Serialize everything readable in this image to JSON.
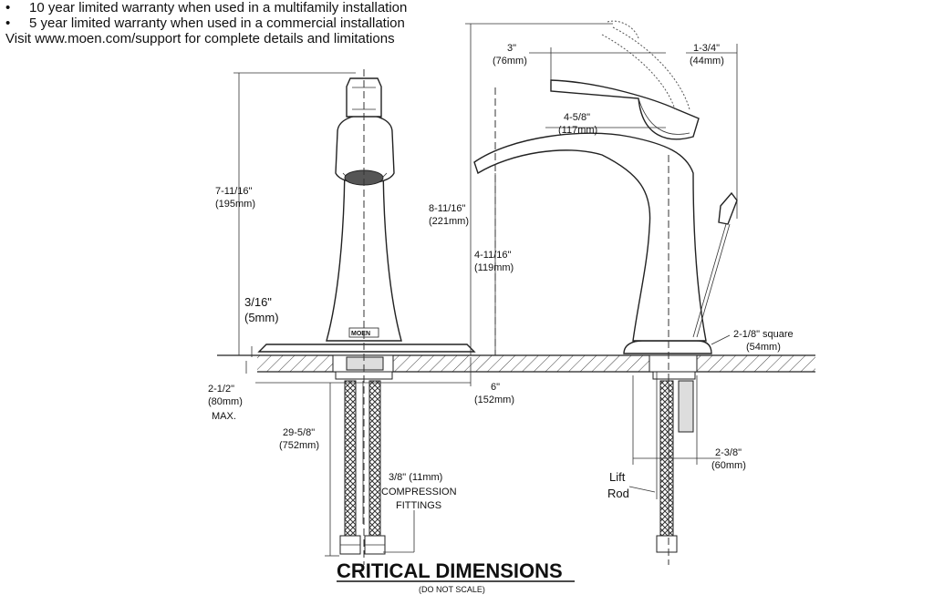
{
  "warranty": {
    "bullet": "•",
    "line1": "10 year limited warranty when used in a multifamily installation",
    "line2": "5 year limited warranty when used in a commercial installation",
    "line3": "Visit www.moen.com/support for complete details and limitations"
  },
  "brand": "MOEN",
  "dimensions": {
    "height_in": "7-11/16\"",
    "height_mm": "(195mm)",
    "base_in": "3/16\"",
    "base_mm": "(5mm)",
    "deck_in": "2-1/2\"",
    "deck_mm": "(80mm)",
    "deck_max": "MAX.",
    "supply_in": "29-5/8\"",
    "supply_mm": "(752mm)",
    "fittings_1": "3/8\" (11mm)",
    "fittings_2": "COMPRESSION",
    "fittings_3": "FITTINGS",
    "spread_in": "6\"",
    "spread_mm": "(152mm)",
    "overall_in": "8-11/16\"",
    "overall_mm": "(221mm)",
    "spout_h_in": "4-11/16\"",
    "spout_h_mm": "(119mm)",
    "handle_in": "3\"",
    "handle_mm": "(76mm)",
    "handle2_in": "1-3/4\"",
    "handle2_mm": "(44mm)",
    "reach_in": "4-5/8\"",
    "reach_mm": "(117mm)",
    "square_in": "2-1/8\" square",
    "square_mm": "(54mm)",
    "shank_in": "2-3/8\"",
    "shank_mm": "(60mm)",
    "lift_1": "Lift",
    "lift_2": "Rod"
  },
  "title": "CRITICAL DIMENSIONS",
  "subtitle": "(DO NOT SCALE)"
}
